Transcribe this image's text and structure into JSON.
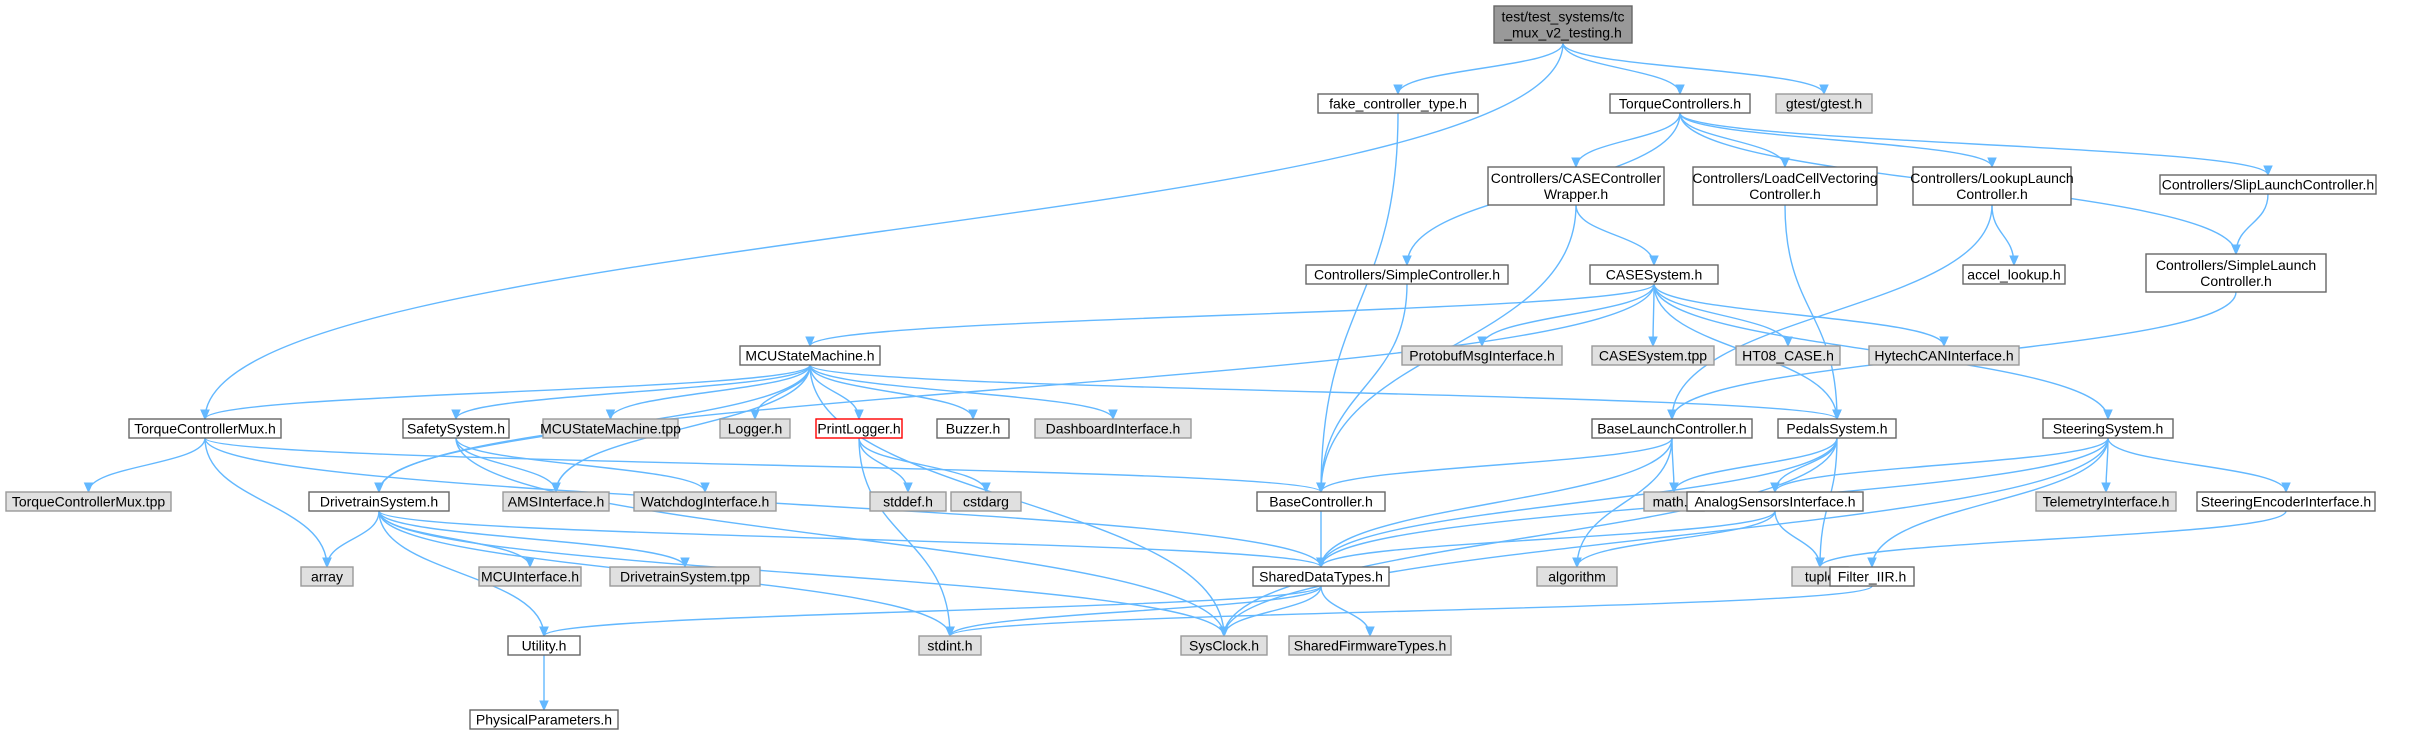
{
  "diagram": {
    "type": "include-dependency-graph",
    "colors": {
      "edge": "#63b8ff",
      "root_fill": "#999999",
      "system_fill": "#e0e0e0",
      "normal_fill": "#ffffff",
      "highlight_border": "#ff0000"
    },
    "nodes": [
      {
        "id": "root",
        "label": [
          "test/test_systems/tc",
          "_mux_v2_testing.h"
        ],
        "style": "root"
      },
      {
        "id": "fake",
        "label": [
          "fake_controller_type.h"
        ],
        "style": "normal"
      },
      {
        "id": "tc",
        "label": [
          "TorqueControllers.h"
        ],
        "style": "normal"
      },
      {
        "id": "gtest",
        "label": [
          "gtest/gtest.h"
        ],
        "style": "system"
      },
      {
        "id": "casew",
        "label": [
          "Controllers/CASEController",
          "Wrapper.h"
        ],
        "style": "normal"
      },
      {
        "id": "loadcell",
        "label": [
          "Controllers/LoadCellVectoring",
          "Controller.h"
        ],
        "style": "normal"
      },
      {
        "id": "lookup",
        "label": [
          "Controllers/LookupLaunch",
          "Controller.h"
        ],
        "style": "normal"
      },
      {
        "id": "slip",
        "label": [
          "Controllers/SlipLaunchController.h"
        ],
        "style": "normal"
      },
      {
        "id": "simplectrl",
        "label": [
          "Controllers/SimpleController.h"
        ],
        "style": "normal"
      },
      {
        "id": "casesys",
        "label": [
          "CASESystem.h"
        ],
        "style": "normal"
      },
      {
        "id": "accel",
        "label": [
          "accel_lookup.h"
        ],
        "style": "normal"
      },
      {
        "id": "simplelaunch",
        "label": [
          "Controllers/SimpleLaunch",
          "Controller.h"
        ],
        "style": "normal"
      },
      {
        "id": "mcu",
        "label": [
          "MCUStateMachine.h"
        ],
        "style": "normal"
      },
      {
        "id": "protobuf",
        "label": [
          "ProtobufMsgInterface.h"
        ],
        "style": "system"
      },
      {
        "id": "casetpp",
        "label": [
          "CASESystem.tpp"
        ],
        "style": "system"
      },
      {
        "id": "ht08",
        "label": [
          "HT08_CASE.h"
        ],
        "style": "system"
      },
      {
        "id": "hytech",
        "label": [
          "HytechCANInterface.h"
        ],
        "style": "system"
      },
      {
        "id": "tcmux",
        "label": [
          "TorqueControllerMux.h"
        ],
        "style": "normal"
      },
      {
        "id": "safety",
        "label": [
          "SafetySystem.h"
        ],
        "style": "normal"
      },
      {
        "id": "mcutpp",
        "label": [
          "MCUStateMachine.tpp"
        ],
        "style": "system"
      },
      {
        "id": "logger",
        "label": [
          "Logger.h"
        ],
        "style": "system"
      },
      {
        "id": "printlogger",
        "label": [
          "PrintLogger.h"
        ],
        "style": "highlight"
      },
      {
        "id": "buzzer",
        "label": [
          "Buzzer.h"
        ],
        "style": "normal"
      },
      {
        "id": "dashboard",
        "label": [
          "DashboardInterface.h"
        ],
        "style": "system"
      },
      {
        "id": "baselaunch",
        "label": [
          "BaseLaunchController.h"
        ],
        "style": "normal"
      },
      {
        "id": "pedals",
        "label": [
          "PedalsSystem.h"
        ],
        "style": "normal"
      },
      {
        "id": "steering",
        "label": [
          "SteeringSystem.h"
        ],
        "style": "normal"
      },
      {
        "id": "tcmuxtpp",
        "label": [
          "TorqueControllerMux.tpp"
        ],
        "style": "system"
      },
      {
        "id": "drivetrain",
        "label": [
          "DrivetrainSystem.h"
        ],
        "style": "normal"
      },
      {
        "id": "ams",
        "label": [
          "AMSInterface.h"
        ],
        "style": "system"
      },
      {
        "id": "watchdog",
        "label": [
          "WatchdogInterface.h"
        ],
        "style": "system"
      },
      {
        "id": "stddef",
        "label": [
          "stddef.h"
        ],
        "style": "system"
      },
      {
        "id": "cstdarg",
        "label": [
          "cstdarg"
        ],
        "style": "system"
      },
      {
        "id": "basectrl",
        "label": [
          "BaseController.h"
        ],
        "style": "normal"
      },
      {
        "id": "math",
        "label": [
          "math.h"
        ],
        "style": "system"
      },
      {
        "id": "analog",
        "label": [
          "AnalogSensorsInterface.h"
        ],
        "style": "normal"
      },
      {
        "id": "telemetry",
        "label": [
          "TelemetryInterface.h"
        ],
        "style": "system"
      },
      {
        "id": "encoder",
        "label": [
          "SteeringEncoderInterface.h"
        ],
        "style": "normal"
      },
      {
        "id": "array",
        "label": [
          "array"
        ],
        "style": "system"
      },
      {
        "id": "mcuif",
        "label": [
          "MCUInterface.h"
        ],
        "style": "system"
      },
      {
        "id": "dttpp",
        "label": [
          "DrivetrainSystem.tpp"
        ],
        "style": "system"
      },
      {
        "id": "shared",
        "label": [
          "SharedDataTypes.h"
        ],
        "style": "normal"
      },
      {
        "id": "algorithm",
        "label": [
          "algorithm"
        ],
        "style": "system"
      },
      {
        "id": "tuple",
        "label": [
          "tuple"
        ],
        "style": "system"
      },
      {
        "id": "filter",
        "label": [
          "Filter_IIR.h"
        ],
        "style": "normal"
      },
      {
        "id": "utility",
        "label": [
          "Utility.h"
        ],
        "style": "normal"
      },
      {
        "id": "stdint",
        "label": [
          "stdint.h"
        ],
        "style": "system"
      },
      {
        "id": "sysclock",
        "label": [
          "SysClock.h"
        ],
        "style": "system"
      },
      {
        "id": "sharedfw",
        "label": [
          "SharedFirmwareTypes.h"
        ],
        "style": "system"
      },
      {
        "id": "physical",
        "label": [
          "PhysicalParameters.h"
        ],
        "style": "normal"
      }
    ],
    "edges": [
      [
        "root",
        "fake"
      ],
      [
        "root",
        "tc"
      ],
      [
        "root",
        "gtest"
      ],
      [
        "root",
        "tcmux"
      ],
      [
        "fake",
        "basectrl"
      ],
      [
        "tc",
        "casew"
      ],
      [
        "tc",
        "loadcell"
      ],
      [
        "tc",
        "lookup"
      ],
      [
        "tc",
        "slip"
      ],
      [
        "tc",
        "simplectrl"
      ],
      [
        "tc",
        "simplelaunch"
      ],
      [
        "casew",
        "casesys"
      ],
      [
        "casew",
        "basectrl"
      ],
      [
        "loadcell",
        "pedals"
      ],
      [
        "lookup",
        "accel"
      ],
      [
        "lookup",
        "baselaunch"
      ],
      [
        "slip",
        "simplelaunch"
      ],
      [
        "simplelaunch",
        "baselaunch"
      ],
      [
        "simplectrl",
        "basectrl"
      ],
      [
        "casesys",
        "mcu"
      ],
      [
        "casesys",
        "protobuf"
      ],
      [
        "casesys",
        "casetpp"
      ],
      [
        "casesys",
        "ht08"
      ],
      [
        "casesys",
        "hytech"
      ],
      [
        "casesys",
        "steering"
      ],
      [
        "casesys",
        "pedals"
      ],
      [
        "casesys",
        "drivetrain"
      ],
      [
        "mcu",
        "tcmux"
      ],
      [
        "mcu",
        "safety"
      ],
      [
        "mcu",
        "mcutpp"
      ],
      [
        "mcu",
        "logger"
      ],
      [
        "mcu",
        "printlogger"
      ],
      [
        "mcu",
        "buzzer"
      ],
      [
        "mcu",
        "dashboard"
      ],
      [
        "mcu",
        "pedals"
      ],
      [
        "mcu",
        "drivetrain"
      ],
      [
        "mcu",
        "ams"
      ],
      [
        "mcu",
        "sysclock"
      ],
      [
        "tcmux",
        "tcmuxtpp"
      ],
      [
        "tcmux",
        "array"
      ],
      [
        "tcmux",
        "shared"
      ],
      [
        "tcmux",
        "basectrl"
      ],
      [
        "safety",
        "ams"
      ],
      [
        "safety",
        "watchdog"
      ],
      [
        "safety",
        "sysclock"
      ],
      [
        "printlogger",
        "stddef"
      ],
      [
        "printlogger",
        "cstdarg"
      ],
      [
        "printlogger",
        "stdint"
      ],
      [
        "baselaunch",
        "basectrl"
      ],
      [
        "baselaunch",
        "math"
      ],
      [
        "baselaunch",
        "algorithm"
      ],
      [
        "baselaunch",
        "shared"
      ],
      [
        "pedals",
        "analog"
      ],
      [
        "pedals",
        "math"
      ],
      [
        "pedals",
        "shared"
      ],
      [
        "pedals",
        "tuple"
      ],
      [
        "pedals",
        "sysclock"
      ],
      [
        "steering",
        "telemetry"
      ],
      [
        "steering",
        "encoder"
      ],
      [
        "steering",
        "analog"
      ],
      [
        "steering",
        "filter"
      ],
      [
        "steering",
        "shared"
      ],
      [
        "steering",
        "sysclock"
      ],
      [
        "encoder",
        "tuple"
      ],
      [
        "analog",
        "algorithm"
      ],
      [
        "analog",
        "tuple"
      ],
      [
        "analog",
        "shared"
      ],
      [
        "drivetrain",
        "array"
      ],
      [
        "drivetrain",
        "mcuif"
      ],
      [
        "drivetrain",
        "dttpp"
      ],
      [
        "drivetrain",
        "shared"
      ],
      [
        "drivetrain",
        "utility"
      ],
      [
        "drivetrain",
        "stdint"
      ],
      [
        "drivetrain",
        "sysclock"
      ],
      [
        "basectrl",
        "shared"
      ],
      [
        "shared",
        "utility"
      ],
      [
        "shared",
        "stdint"
      ],
      [
        "shared",
        "sysclock"
      ],
      [
        "shared",
        "sharedfw"
      ],
      [
        "filter",
        "stdint"
      ],
      [
        "utility",
        "physical"
      ]
    ]
  }
}
